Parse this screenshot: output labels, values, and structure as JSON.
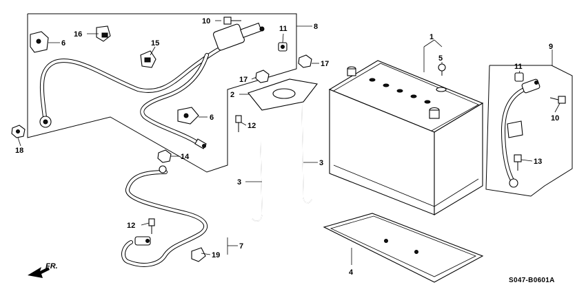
{
  "diagram_code": "S047-B0601A",
  "direction_label": "FR.",
  "callouts": {
    "c1": "1",
    "c2": "2",
    "c3a": "3",
    "c3b": "3",
    "c4": "4",
    "c5": "5",
    "c6a": "6",
    "c6b": "6",
    "c7": "7",
    "c8": "8",
    "c9": "9",
    "c10a": "10",
    "c10b": "10",
    "c11a": "11",
    "c11b": "11",
    "c12a": "12",
    "c12b": "12",
    "c13": "13",
    "c14": "14",
    "c15": "15",
    "c16": "16",
    "c17a": "17",
    "c17b": "17",
    "c18": "18",
    "c19": "19"
  }
}
